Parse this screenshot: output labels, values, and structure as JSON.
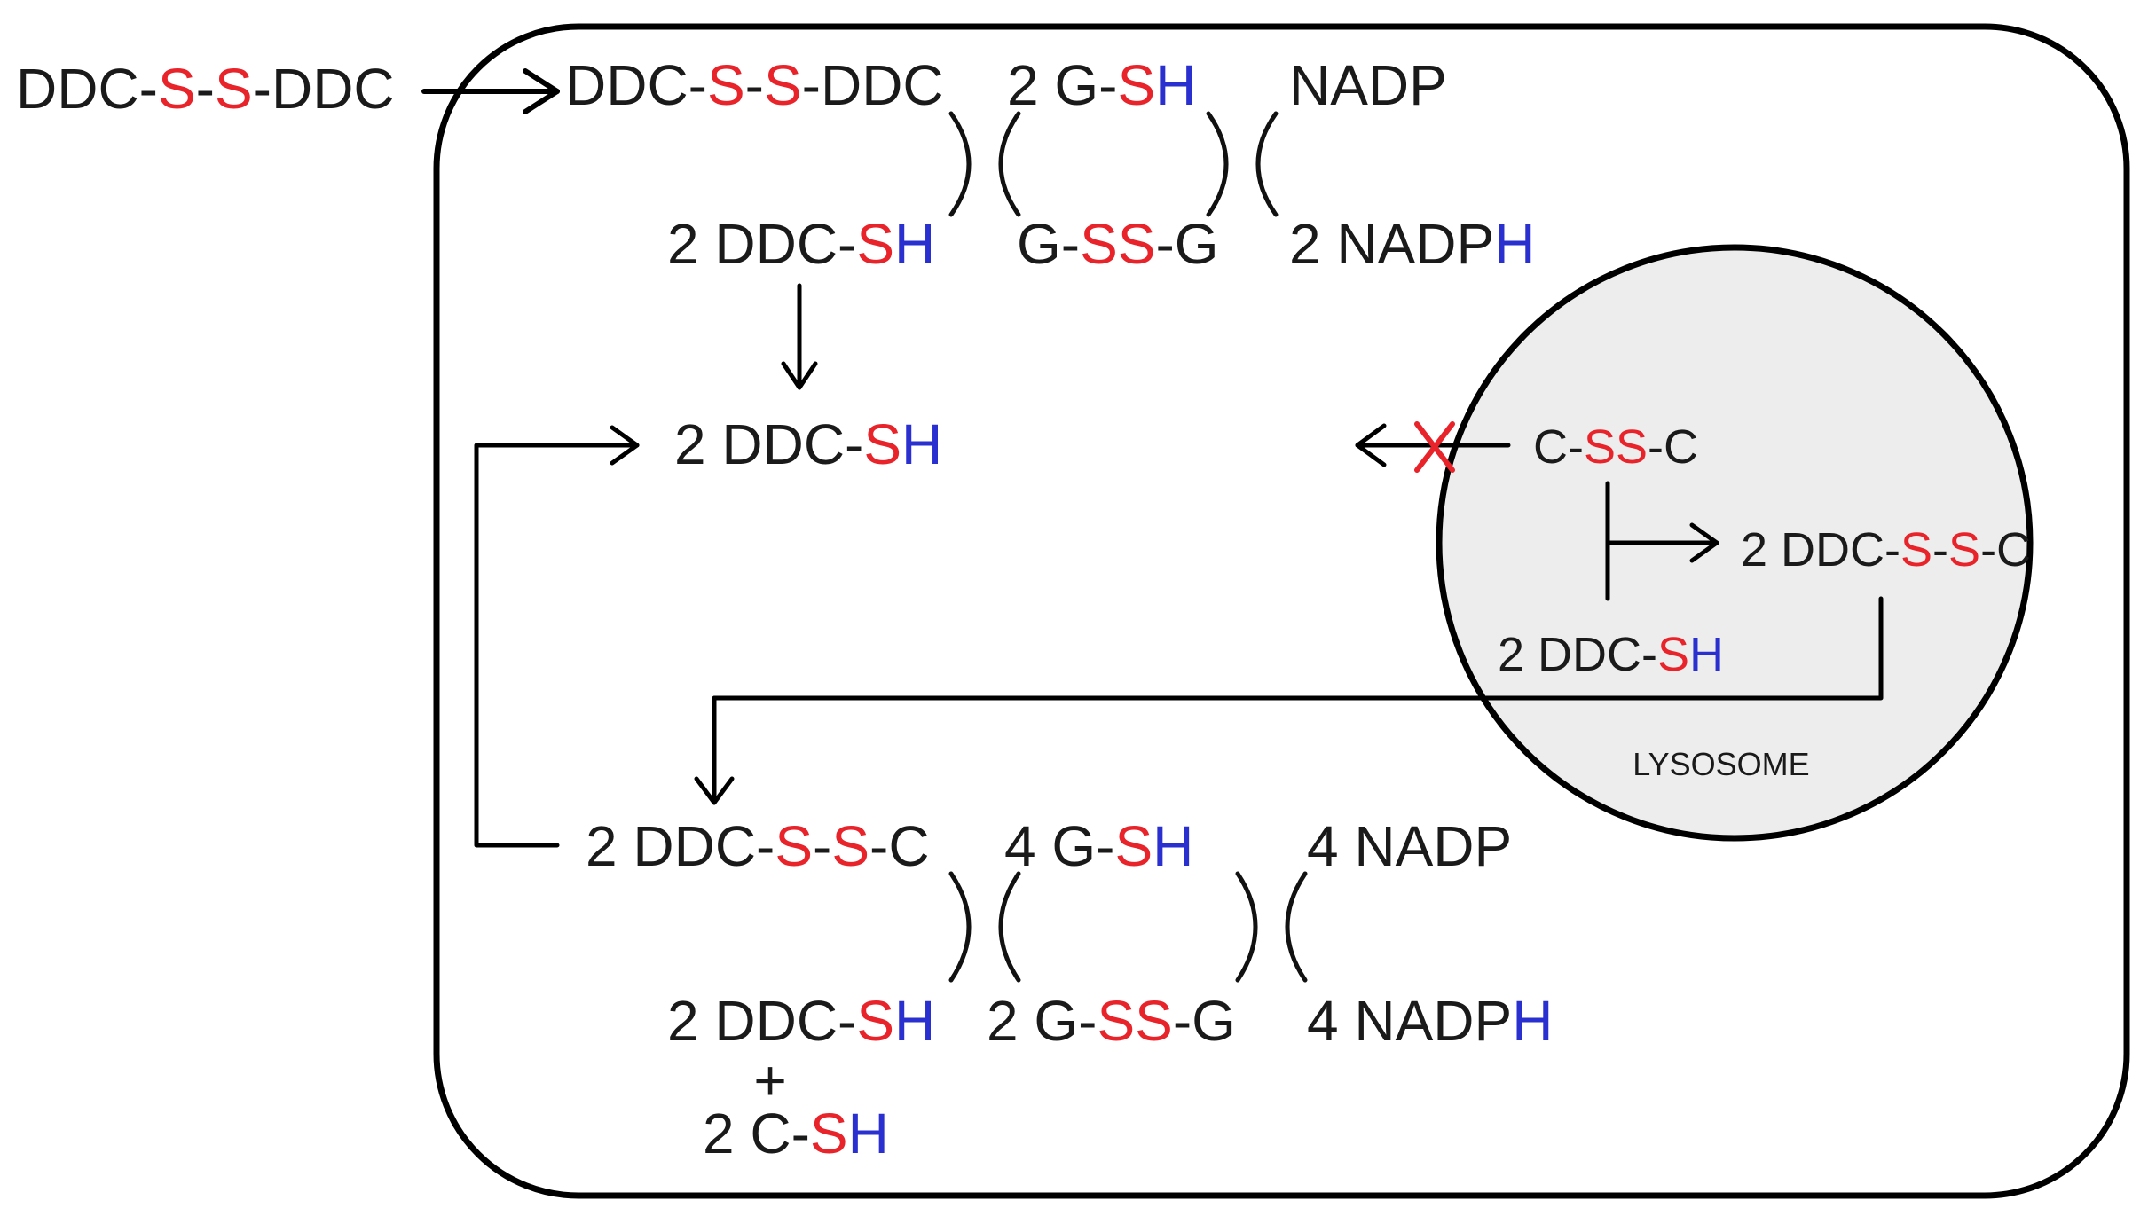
{
  "colors": {
    "text": "#1a1a1a",
    "sulfur": "#e8232a",
    "hydrogen": "#2a2fd0",
    "lysosome_fill": "#ededed",
    "block_mark": "#e8232a"
  },
  "outside": {
    "ddc_ss_ddc": [
      {
        "text": "DDC-",
        "role": "text"
      },
      {
        "text": "S",
        "role": "sulfur"
      },
      {
        "text": "-",
        "role": "text"
      },
      {
        "text": "S",
        "role": "sulfur"
      },
      {
        "text": "-DDC",
        "role": "text"
      }
    ]
  },
  "top_reaction": {
    "substrate": [
      {
        "text": "DDC-",
        "role": "text"
      },
      {
        "text": "S",
        "role": "sulfur"
      },
      {
        "text": "-",
        "role": "text"
      },
      {
        "text": "S",
        "role": "sulfur"
      },
      {
        "text": "-DDC",
        "role": "text"
      }
    ],
    "gsh": [
      {
        "text": "2 G-",
        "role": "text"
      },
      {
        "text": "S",
        "role": "sulfur"
      },
      {
        "text": "H",
        "role": "hydrogen"
      }
    ],
    "nadp": [
      {
        "text": "NADP",
        "role": "text"
      }
    ],
    "product": [
      {
        "text": "2 DDC-",
        "role": "text"
      },
      {
        "text": "S",
        "role": "sulfur"
      },
      {
        "text": "H",
        "role": "hydrogen"
      }
    ],
    "gssg": [
      {
        "text": "G-",
        "role": "text"
      },
      {
        "text": "SS",
        "role": "sulfur"
      },
      {
        "text": "-G",
        "role": "text"
      }
    ],
    "nadph": [
      {
        "text": "2 NADP",
        "role": "text"
      },
      {
        "text": "H",
        "role": "hydrogen"
      }
    ]
  },
  "middle": {
    "ddc_sh": [
      {
        "text": "2 DDC-",
        "role": "text"
      },
      {
        "text": "S",
        "role": "sulfur"
      },
      {
        "text": "H",
        "role": "hydrogen"
      }
    ]
  },
  "lysosome": {
    "label": "LYSOSOME",
    "cystine": [
      {
        "text": "C-",
        "role": "text"
      },
      {
        "text": "SS",
        "role": "sulfur"
      },
      {
        "text": "-C",
        "role": "text"
      }
    ],
    "ddc_sh": [
      {
        "text": "2 DDC-",
        "role": "text"
      },
      {
        "text": "S",
        "role": "sulfur"
      },
      {
        "text": "H",
        "role": "hydrogen"
      }
    ],
    "mixed_disulfide": [
      {
        "text": "2 DDC-",
        "role": "text"
      },
      {
        "text": "S",
        "role": "sulfur"
      },
      {
        "text": "-",
        "role": "text"
      },
      {
        "text": "S",
        "role": "sulfur"
      },
      {
        "text": "-C",
        "role": "text"
      }
    ]
  },
  "bottom_reaction": {
    "substrate": [
      {
        "text": "2 DDC-",
        "role": "text"
      },
      {
        "text": "S",
        "role": "sulfur"
      },
      {
        "text": "-",
        "role": "text"
      },
      {
        "text": "S",
        "role": "sulfur"
      },
      {
        "text": "-C",
        "role": "text"
      }
    ],
    "gsh": [
      {
        "text": "4 G-",
        "role": "text"
      },
      {
        "text": "S",
        "role": "sulfur"
      },
      {
        "text": "H",
        "role": "hydrogen"
      }
    ],
    "nadp": [
      {
        "text": "4 NADP",
        "role": "text"
      }
    ],
    "product_ddc": [
      {
        "text": "2 DDC-",
        "role": "text"
      },
      {
        "text": "S",
        "role": "sulfur"
      },
      {
        "text": "H",
        "role": "hydrogen"
      }
    ],
    "plus": "+",
    "product_c": [
      {
        "text": "2 C-",
        "role": "text"
      },
      {
        "text": "S",
        "role": "sulfur"
      },
      {
        "text": "H",
        "role": "hydrogen"
      }
    ],
    "gssg": [
      {
        "text": "2 G-",
        "role": "text"
      },
      {
        "text": "SS",
        "role": "sulfur"
      },
      {
        "text": "-G",
        "role": "text"
      }
    ],
    "nadph": [
      {
        "text": "4 NADP",
        "role": "text"
      },
      {
        "text": "H",
        "role": "hydrogen"
      }
    ]
  }
}
